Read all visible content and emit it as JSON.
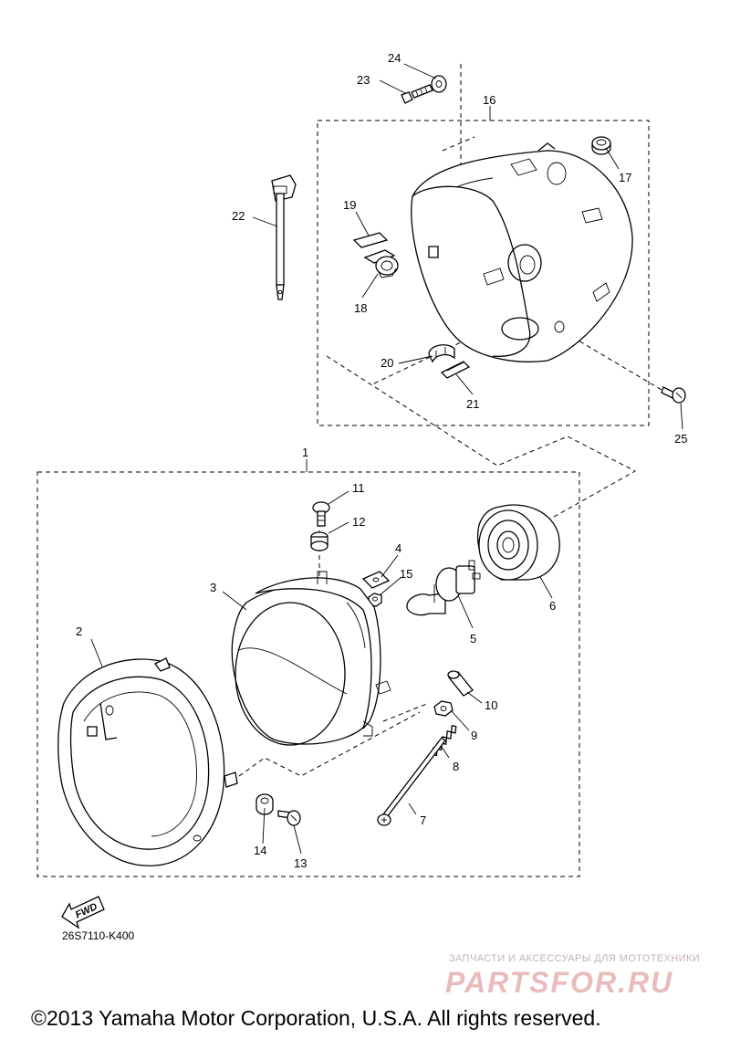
{
  "callouts": {
    "c1": "1",
    "c2": "2",
    "c3": "3",
    "c4": "4",
    "c5": "5",
    "c6": "6",
    "c7": "7",
    "c8": "8",
    "c9": "9",
    "c10": "10",
    "c11": "11",
    "c12": "12",
    "c13": "13",
    "c14": "14",
    "c15": "15",
    "c16": "16",
    "c17": "17",
    "c18": "18",
    "c19": "19",
    "c20": "20",
    "c21": "21",
    "c22": "22",
    "c23": "23",
    "c24": "24",
    "c25": "25"
  },
  "fwd_label": "FWD",
  "diagram_code": "26S7110-K400",
  "watermark": {
    "subtitle": "ЗАПЧАСТИ И АКСЕССУАРЫ ДЛЯ МОТОТЕХНИКИ",
    "logo": "PARTSFOR.RU"
  },
  "copyright": "©2013 Yamaha Motor Corporation, U.S.A. All rights reserved."
}
